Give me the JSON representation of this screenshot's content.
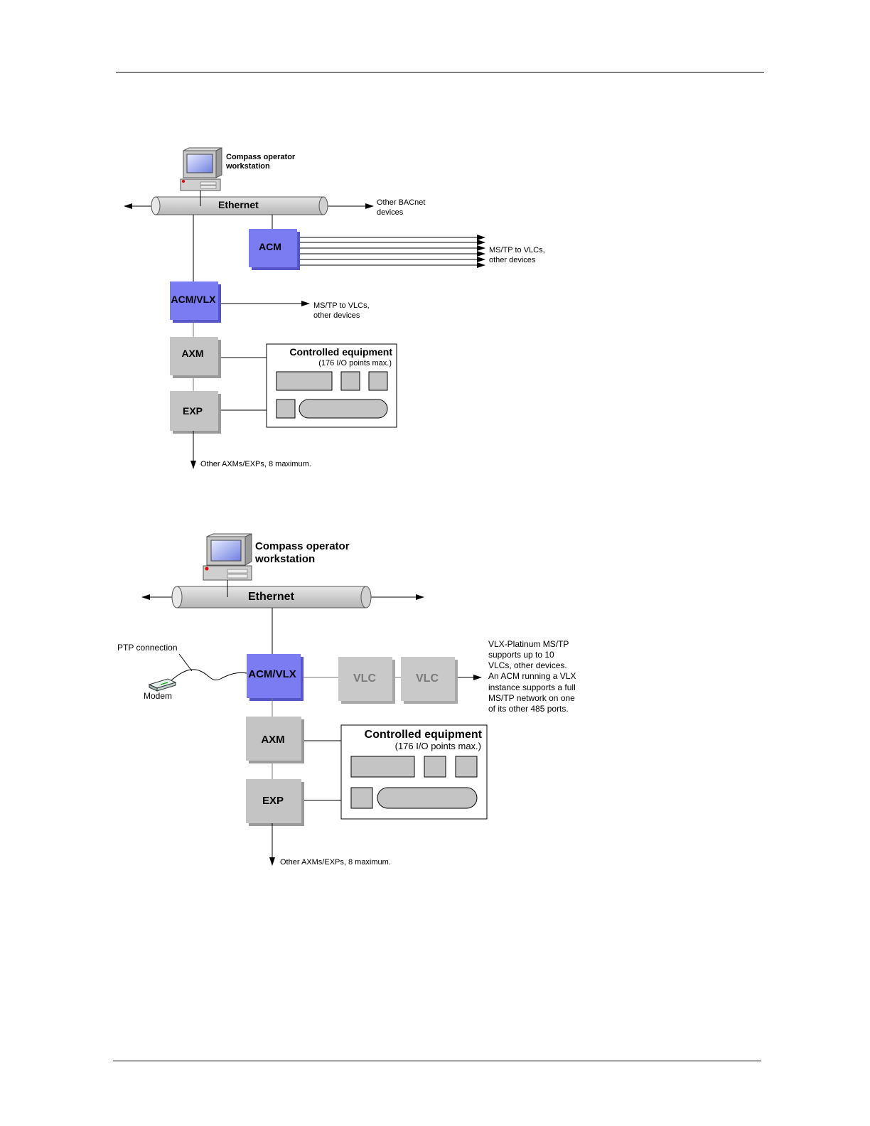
{
  "diagram1": {
    "workstation_label_1": "Compass operator",
    "workstation_label_2": "workstation",
    "ethernet_label": "Ethernet",
    "other_bacnet_1": "Other BACnet",
    "other_bacnet_2": "devices",
    "acm_label": "ACM",
    "acm_mstp_1": "MS/TP to VLCs,",
    "acm_mstp_2": "other devices",
    "acmvlx_label": "ACM/VLX",
    "acmvlx_mstp_1": "MS/TP to VLCs,",
    "acmvlx_mstp_2": "other devices",
    "axm_label": "AXM",
    "exp_label": "EXP",
    "controlled_title": "Controlled equipment",
    "controlled_sub": "(176 I/O points max.)",
    "other_axms": "Other AXMs/EXPs, 8 maximum."
  },
  "diagram2": {
    "workstation_label_1": "Compass operator",
    "workstation_label_2": "workstation",
    "ethernet_label": "Ethernet",
    "ptp_label": "PTP connection",
    "modem_label": "Modem",
    "acmvlx_label": "ACM/VLX",
    "vlc1_label": "VLC",
    "vlc2_label": "VLC",
    "note_lines": [
      "VLX-Platinum MS/TP",
      "supports up to 10",
      "VLCs, other devices.",
      "An ACM running a VLX",
      "instance supports a full",
      "MS/TP network on one",
      "of its other 485 ports."
    ],
    "axm_label": "AXM",
    "exp_label": "EXP",
    "controlled_title": "Controlled equipment",
    "controlled_sub": "(176 I/O points max.)",
    "other_axms": "Other AXMs/EXPs, 8 maximum."
  },
  "colors": {
    "acm_blue": "#7b7bf2",
    "module_gray": "#c4c4c4",
    "vlc_gray": "#c9c9c9"
  }
}
